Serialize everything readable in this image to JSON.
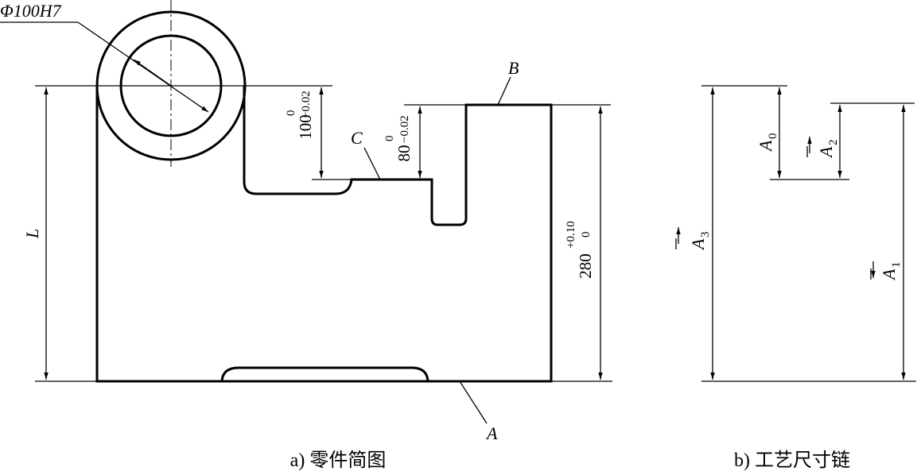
{
  "part_drawing": {
    "caption": "a) 零件简图",
    "bore_label": "Φ100H7",
    "surface_a": "A",
    "surface_b": "B",
    "surface_c": "C",
    "length_label": "L",
    "dim_100": {
      "nominal": "100",
      "upper": "0",
      "lower": "−0.02"
    },
    "dim_80": {
      "nominal": "80",
      "upper": "0",
      "lower": "−0.02"
    },
    "dim_280": {
      "nominal": "280",
      "upper": "+0.10",
      "lower": "0"
    }
  },
  "dimension_chain": {
    "caption": "b) 工艺尺寸链",
    "a0": {
      "letter": "A",
      "sub": "0"
    },
    "a1": {
      "letter": "A",
      "sub": "1"
    },
    "a2": {
      "letter": "A",
      "sub": "2"
    },
    "a3": {
      "letter": "A",
      "sub": "3"
    }
  }
}
